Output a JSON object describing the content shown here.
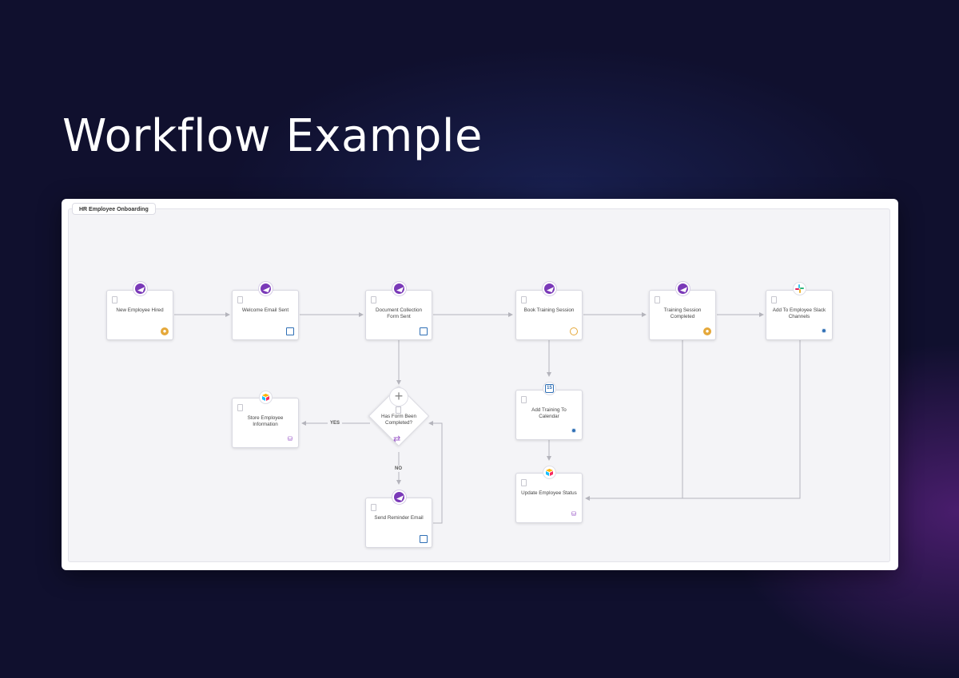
{
  "heading": "Workflow Example",
  "board_title": "HR Employee Onboarding",
  "nodes": {
    "new_employee_hired": "New Employee Hired",
    "welcome_email_sent": "Welcome Email Sent",
    "document_collection": "Document Collection Form Sent",
    "book_training": "Book Training Session",
    "training_completed": "Training Session Completed",
    "add_slack": "Add To Employee Slack Channels",
    "store_employee": "Store Employee Information",
    "form_completed": "Has Form Been Completed?",
    "add_calendar": "Add Training To Calendar",
    "send_reminder": "Send Reminder Email",
    "update_status": "Update Employee Status"
  },
  "edge_labels": {
    "yes": "YES",
    "no": "NO"
  },
  "calendar_day": "15",
  "colors": {
    "background": "#10102e",
    "accent_purple": "#7a39b8",
    "accent_blue": "#2f6fb5",
    "accent_orange": "#e5a83a"
  }
}
